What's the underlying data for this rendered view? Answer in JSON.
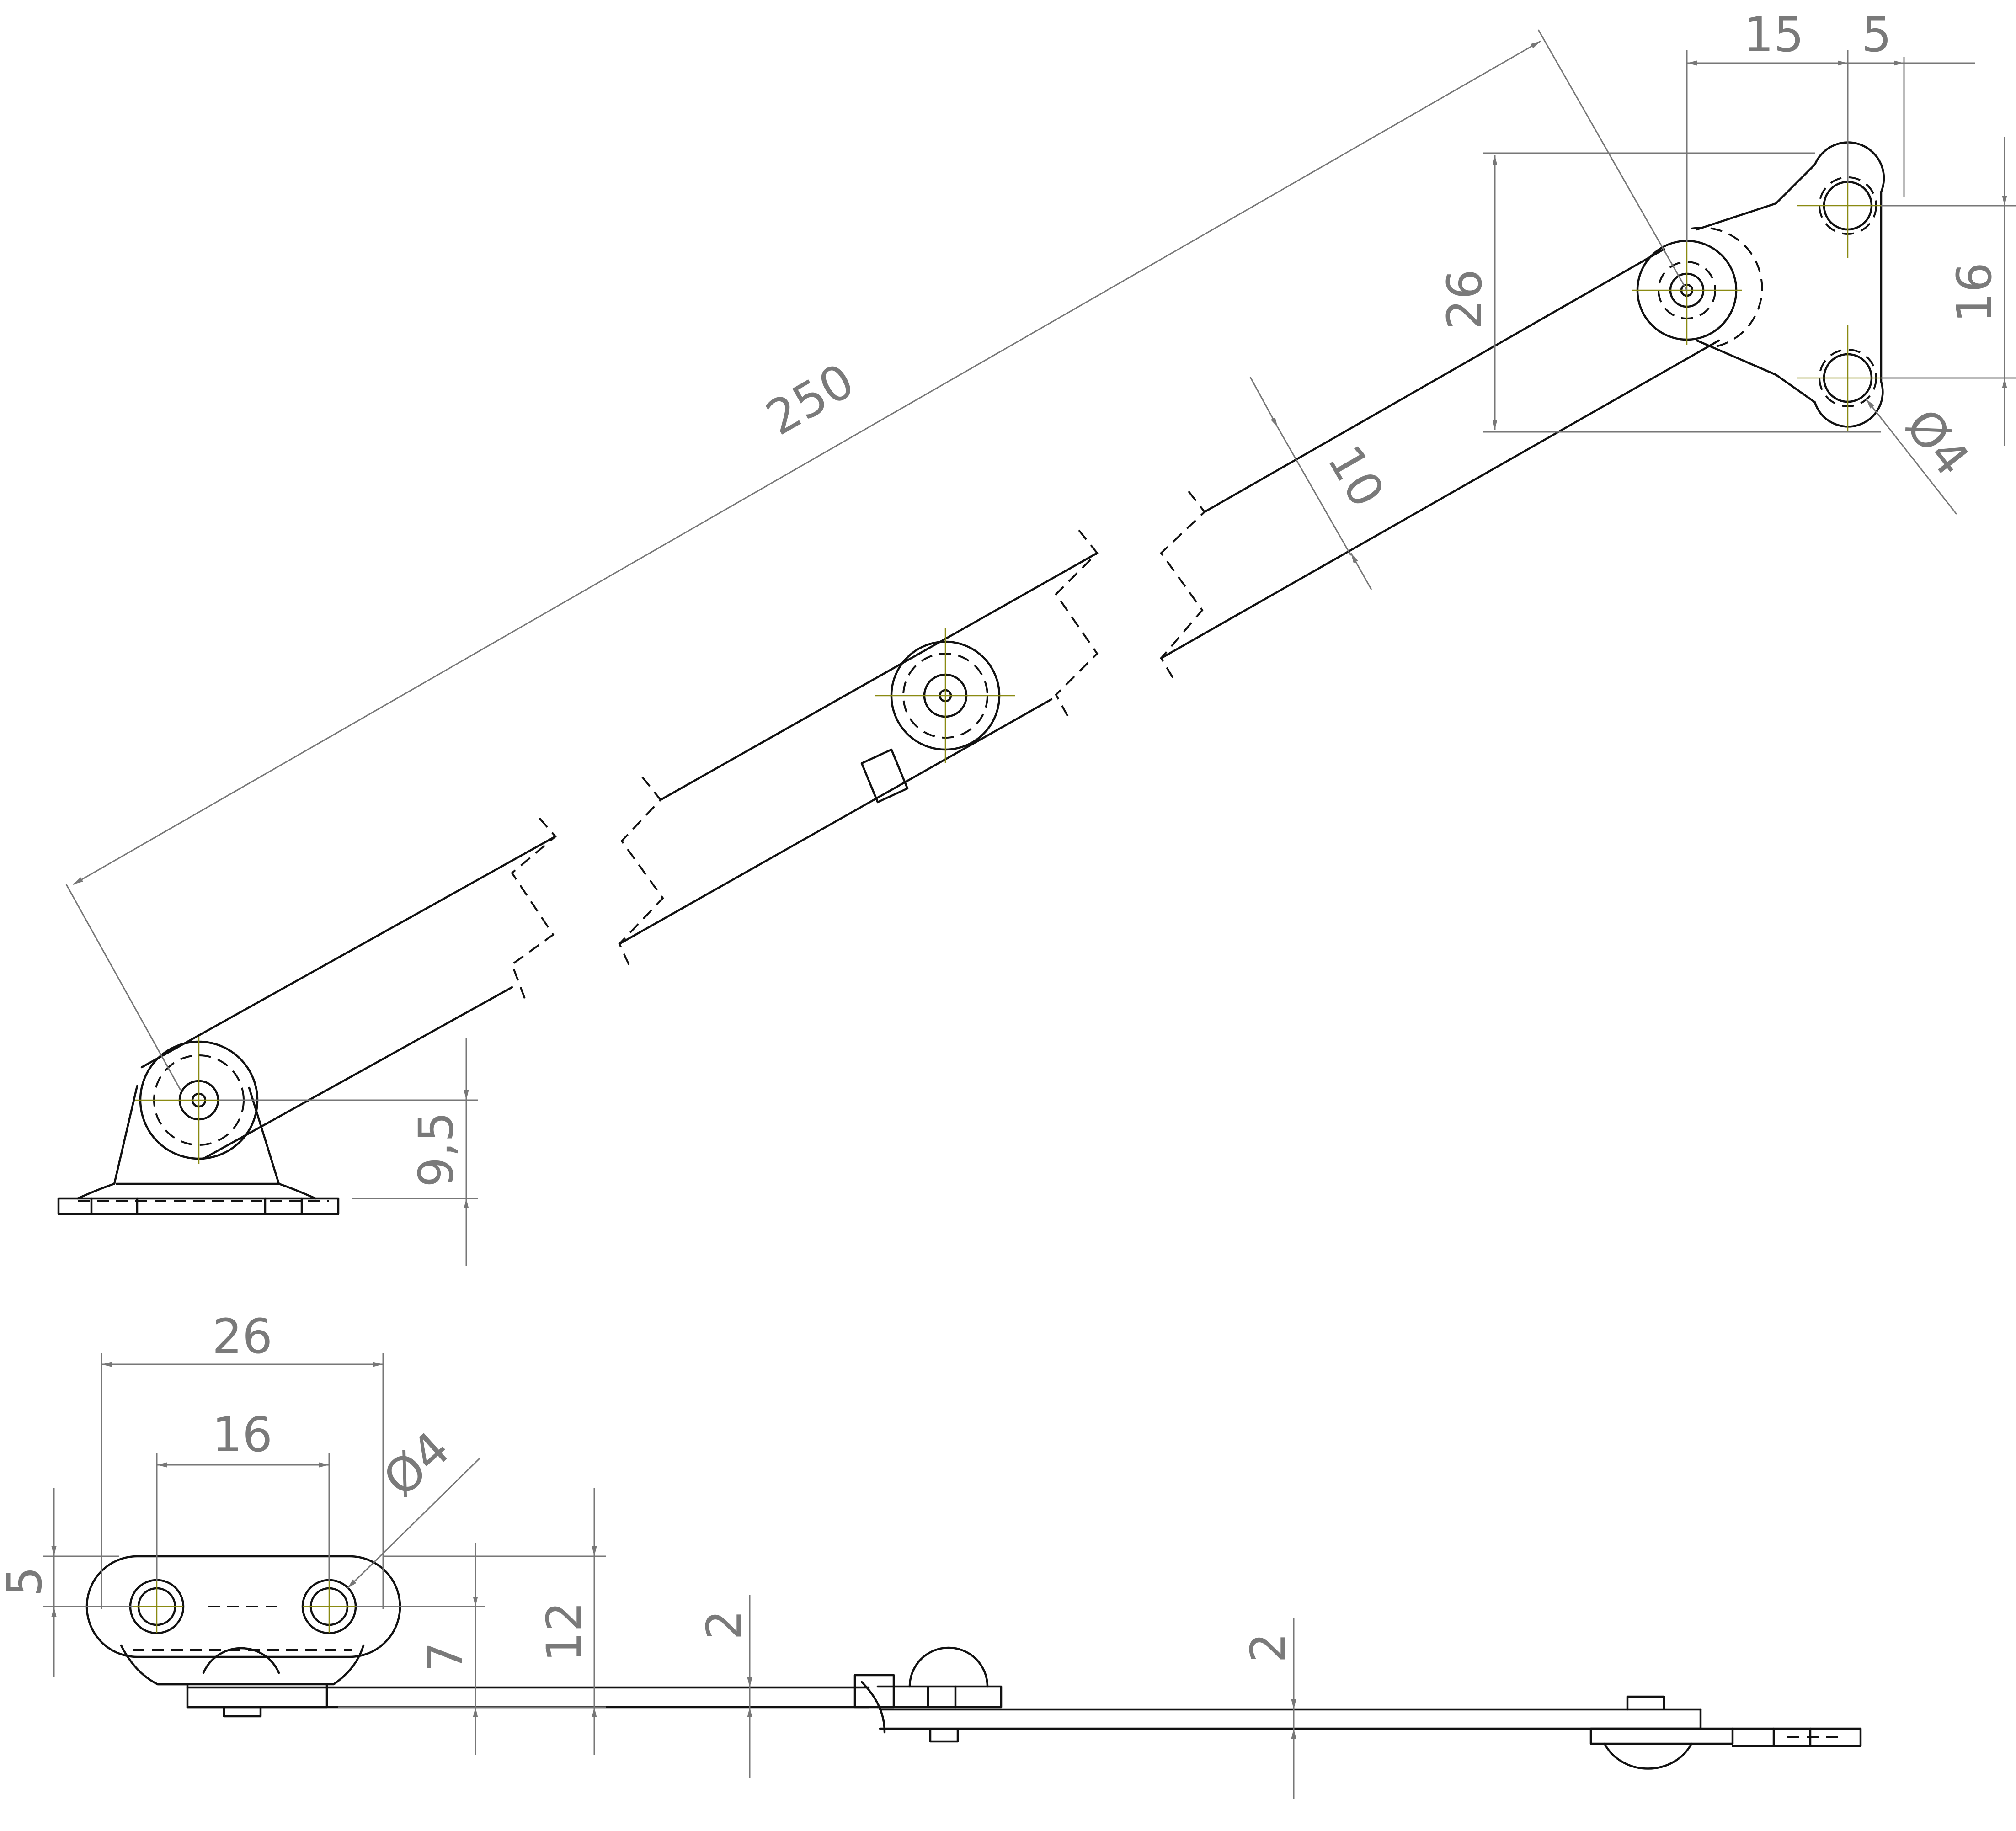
{
  "dimensions": {
    "length_250": "250",
    "top_15": "15",
    "top_5": "5",
    "bracket_height_26": "26",
    "hole_spacing_16": "16",
    "hole_dia_4": "Ø4",
    "arm_width_10": "10",
    "pivot_height_9_5": "9,5",
    "bottom_width_26": "26",
    "bottom_spacing_16": "16",
    "bottom_hole_dia_4": "Ø4",
    "bottom_5": "5",
    "bottom_7": "7",
    "bottom_12": "12",
    "thickness_2_left": "2",
    "thickness_2_right": "2"
  },
  "colors": {
    "outline": "#111111",
    "dimension": "#777777",
    "centerline": "#8a8a12",
    "background": "#ffffff"
  }
}
